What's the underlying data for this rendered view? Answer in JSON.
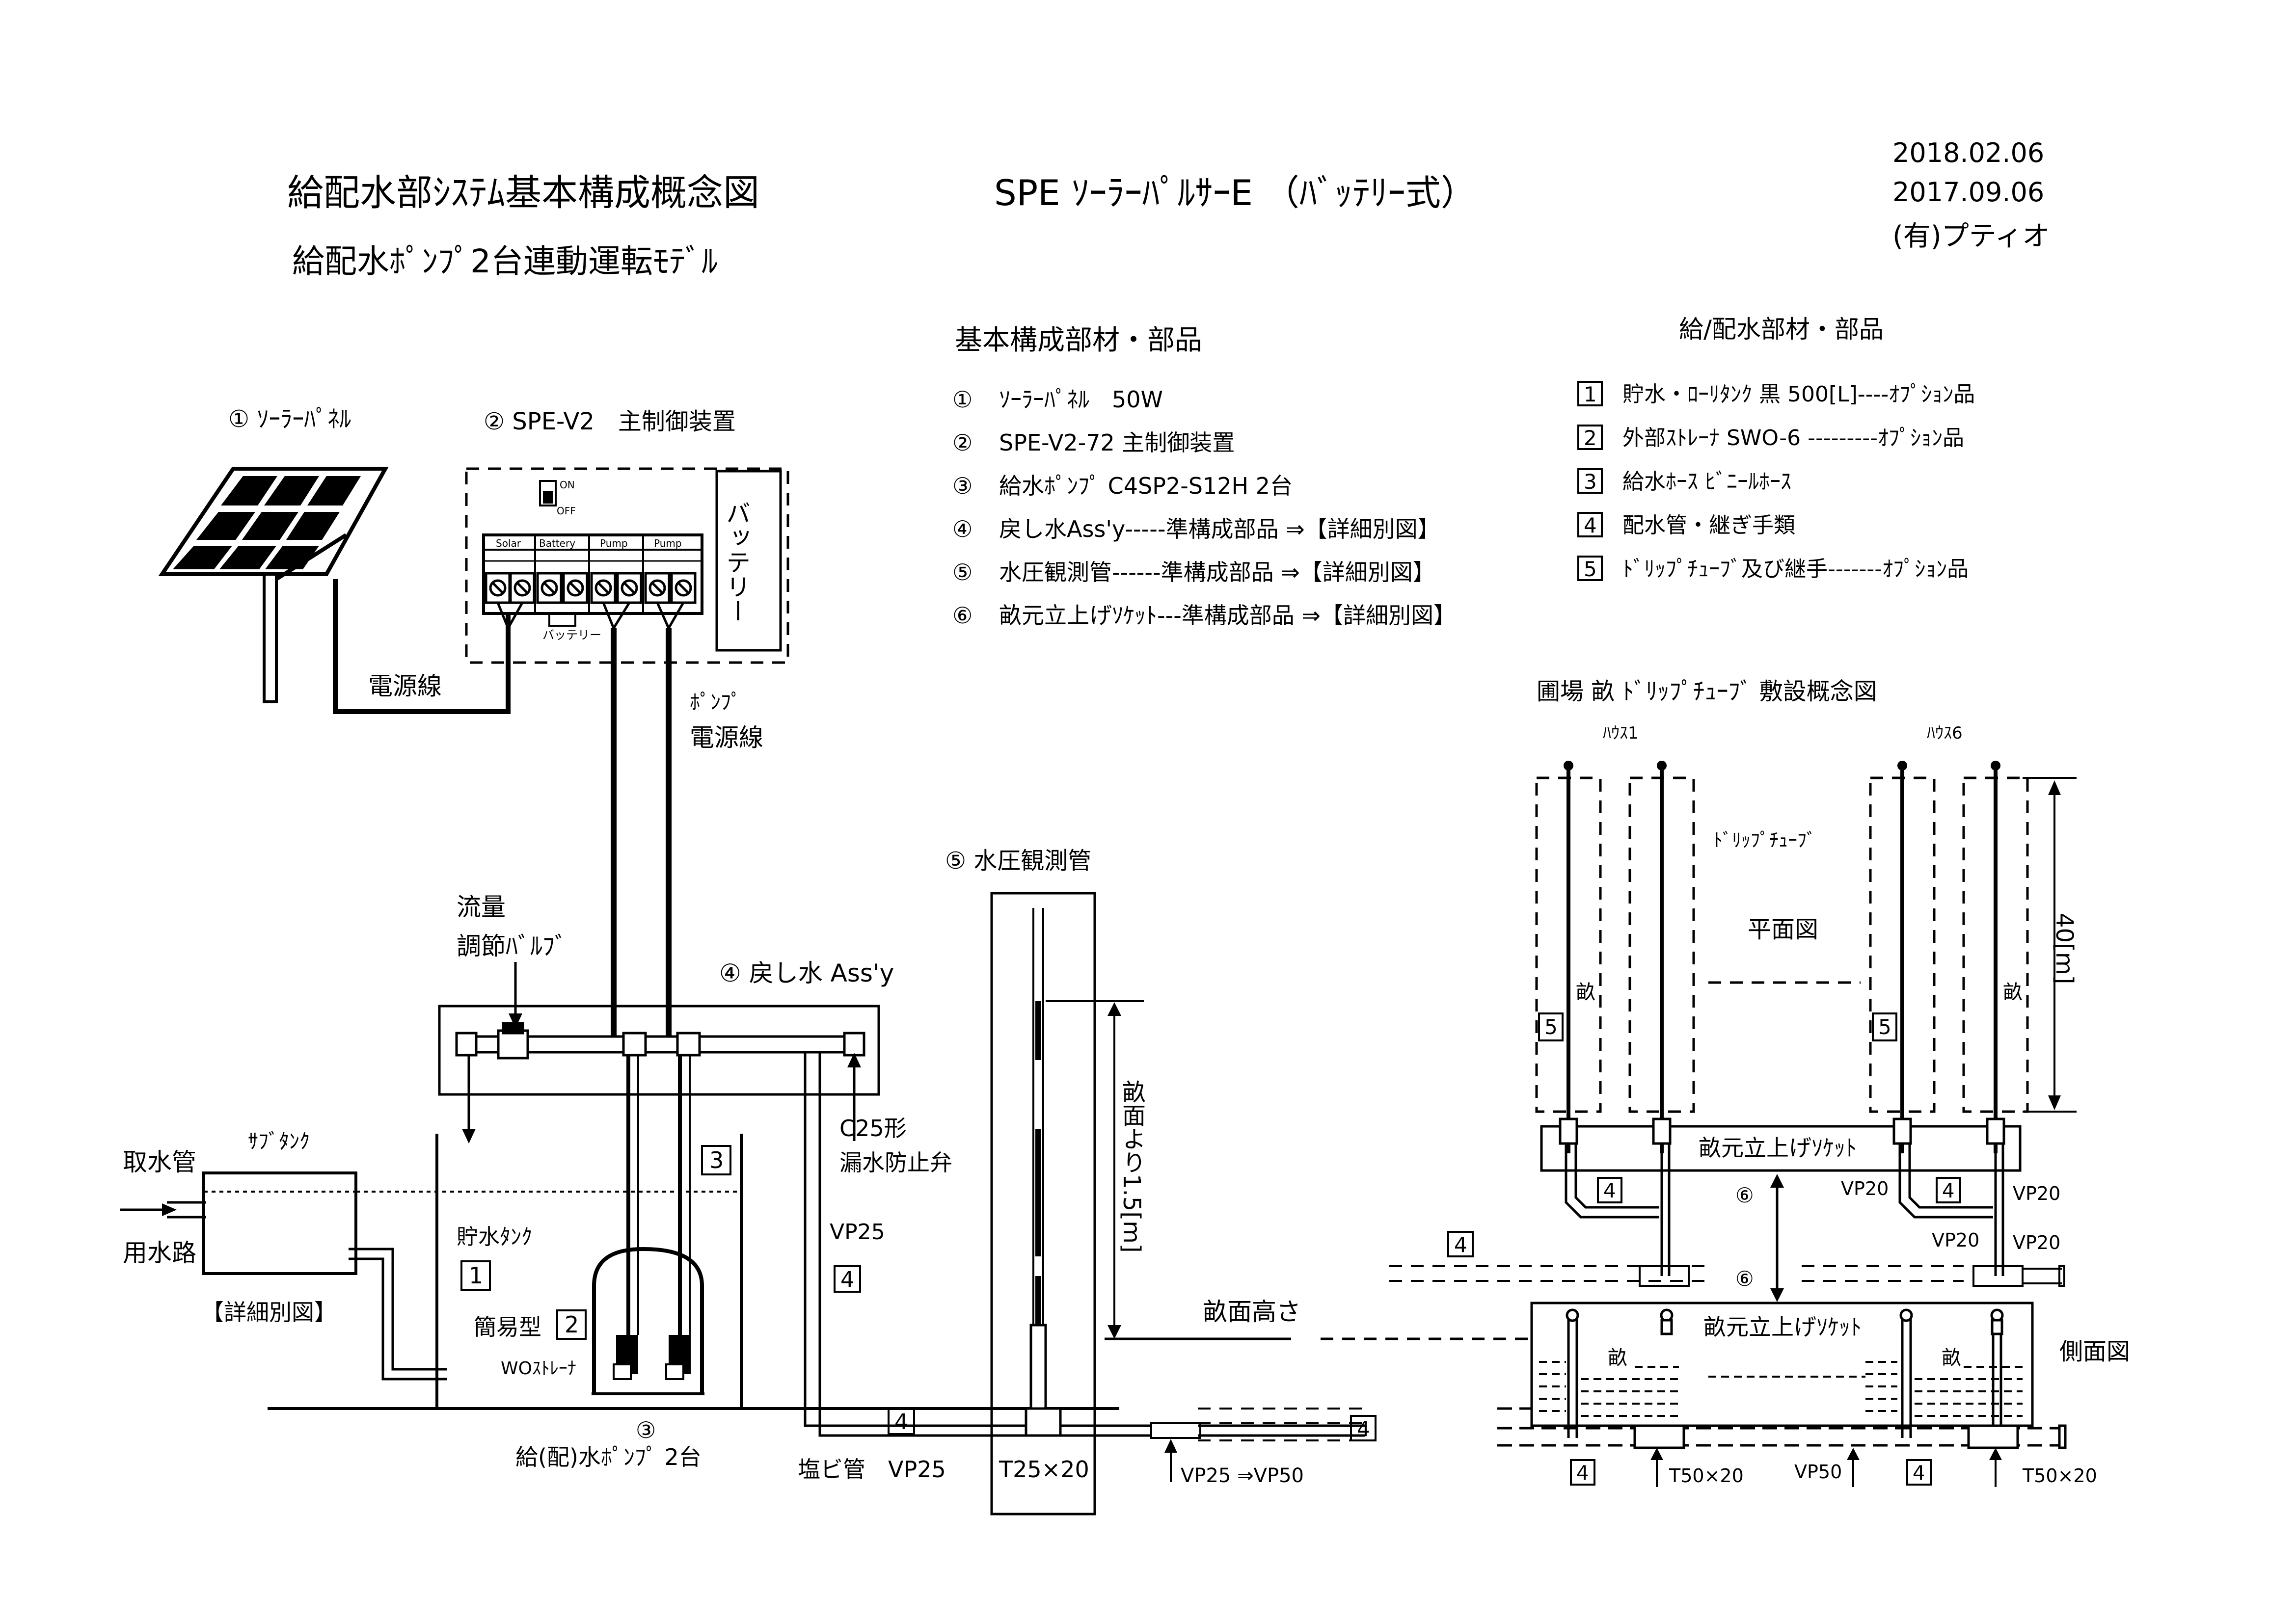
{
  "header": {
    "title_main": "給配水部ｼｽﾃﾑ基本構成概念図",
    "title_sub": "給配水ﾎﾟﾝﾌﾟ2台連動運転ﾓﾃﾞﾙ",
    "product_title": "SPE ｿｰﾗｰﾊﾟﾙｻｰE （ﾊﾞｯﾃﾘｰ式）",
    "date1": "2018.02.06",
    "date2": "2017.09.06",
    "company": "(有)プティオ"
  },
  "basic_parts": {
    "heading": "基本構成部材・部品",
    "items": [
      {
        "num": "①",
        "text": "ｿｰﾗｰﾊﾟﾈﾙ　50W"
      },
      {
        "num": "②",
        "text": "SPE-V2-72 主制御装置"
      },
      {
        "num": "③",
        "text": "給水ﾎﾟﾝﾌﾟ C4SP2-S12H 2台"
      },
      {
        "num": "④",
        "text": "戻し水Ass'y-----準構成部品 ⇒【詳細別図】"
      },
      {
        "num": "⑤",
        "text": "水圧観測管------準構成部品 ⇒【詳細別図】"
      },
      {
        "num": "⑥",
        "text": "畝元立上げｿｹｯﾄ---準構成部品 ⇒【詳細別図】"
      }
    ]
  },
  "supply_parts": {
    "heading": "給/配水部材・部品",
    "items": [
      {
        "num": "1",
        "text": "貯水・ﾛｰﾘﾀﾝｸ 黒 500[L]----ｵﾌﾟｼｮﾝ品"
      },
      {
        "num": "2",
        "text": "外部ｽﾄﾚｰﾅ SWO-6 ---------ｵﾌﾟｼｮﾝ品"
      },
      {
        "num": "3",
        "text": "給水ﾎｰｽ ﾋﾞﾆｰﾙﾎｰｽ"
      },
      {
        "num": "4",
        "text": "配水管・継ぎ手類"
      },
      {
        "num": "5",
        "text": "ﾄﾞﾘｯﾌﾟﾁｭｰﾌﾞ及び継手-------ｵﾌﾟｼｮﾝ品"
      }
    ]
  },
  "labels": {
    "solar_panel": "① ｿｰﾗｰﾊﾟﾈﾙ",
    "controller": "② SPE-V2　主制御装置",
    "switch_on": "ON",
    "switch_off": "OFF",
    "terminal_solar": "Solar",
    "terminal_battery": "Battery",
    "terminal_pump1": "Pump",
    "terminal_pump2": "Pump",
    "battery_wire": "バッテリー",
    "battery_box": "バッテリー",
    "power_wire": "電源線",
    "pump_power_wire_1": "ﾎﾟﾝﾌﾟ",
    "pump_power_wire_2": "電源線",
    "flow_valve_1": "流量",
    "flow_valve_2": "調節ﾊﾞﾙﾌﾞ",
    "return_assy": "④ 戻し水 Ass'y",
    "c25_1": "C25形",
    "c25_2": "漏水防止弁",
    "intake_pipe": "取水管",
    "sub_tank": "ｻﾌﾞﾀﾝｸ",
    "water_channel": "用水路",
    "detail_ref": "【詳細別図】",
    "storage_tank": "貯水ﾀﾝｸ",
    "simple_type": "簡易型",
    "wo_strainer": "WOｽﾄﾚｰﾅ",
    "pump_label_num": "③",
    "pump_label": "給(配)水ﾎﾟﾝﾌﾟ 2台",
    "pvc_pipe": "塩ビ管　VP25",
    "vp25": "VP25",
    "pressure_tube": "⑤ 水圧観測管",
    "height_from_ridge": "畝面より1.5[m]",
    "ridge_height": "畝面高さ",
    "t25x20": "T25×20",
    "vp25_to_vp50": "VP25 ⇒VP50",
    "layout_title": "圃場 畝 ﾄﾞﾘｯﾌﾟﾁｭｰﾌﾞ 敷設概念図",
    "house1": "ﾊｳｽ1",
    "house6": "ﾊｳｽ6",
    "drip_tube": "ﾄﾞﾘｯﾌﾟﾁｭｰﾌﾞ",
    "plan_view": "平面図",
    "ridge": "畝",
    "length": "40[m]",
    "socket_top": "畝元立上げｿｹｯﾄ",
    "socket_side": "畝元立上げｿｹｯﾄ",
    "vp20": "VP20",
    "six": "⑥",
    "side_view": "側面図",
    "t50x20": "T50×20",
    "vp50": "VP50",
    "tag1": "1",
    "tag2": "2",
    "tag3": "3",
    "tag4": "4",
    "tag5": "5"
  }
}
